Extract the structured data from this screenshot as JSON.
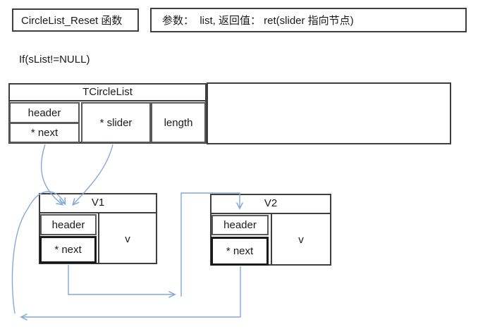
{
  "colors": {
    "arrow": "#84a9d8",
    "box_border": "#3f3f3f",
    "cell_border": "#595959",
    "next_border": "#1a1a1a"
  },
  "title_bar": {
    "function_label": "CircleList_Reset 函数",
    "params_label": "参数：  list, 返回值： ret(slider 指向节点)"
  },
  "condition_text": "If(sList!=NULL)",
  "struct_table": {
    "title": "TCircleList",
    "header_label": "header",
    "next_label": "* next",
    "slider_label": "* slider",
    "length_label": "length"
  },
  "nodes": [
    {
      "title": "V1",
      "header_label": "header",
      "next_label": "* next",
      "value_label": "v"
    },
    {
      "title": "V2",
      "header_label": "header",
      "next_label": "* next",
      "value_label": "v"
    }
  ]
}
